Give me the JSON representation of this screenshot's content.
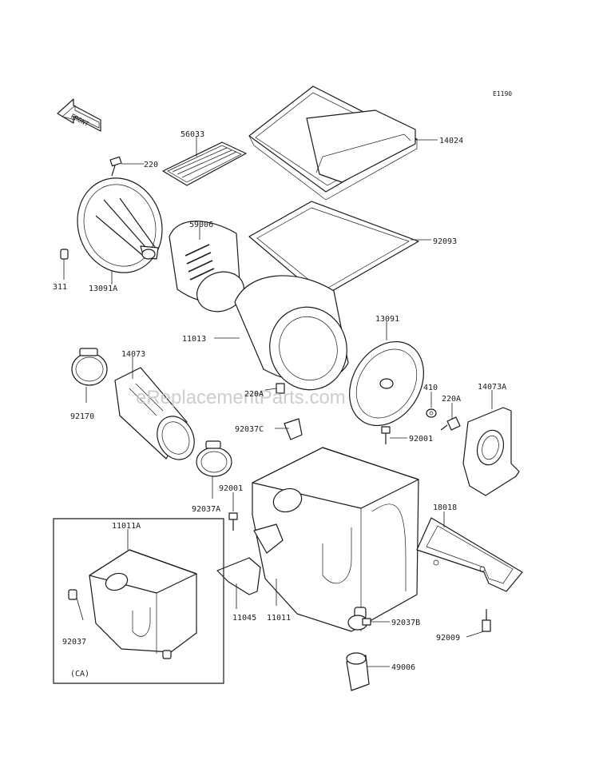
{
  "diagram_code": "E1190",
  "front_label": "FRONT",
  "watermark": "eReplacementParts.com",
  "variant_label": "(CA)",
  "parts": {
    "p14024": "14024",
    "p56033": "56033",
    "p220": "220",
    "p59006": "59006",
    "p92093": "92093",
    "p311": "311",
    "p13091A": "13091A",
    "p11013": "11013",
    "p13091": "13091",
    "p14073": "14073",
    "p410": "410",
    "p220A_screw": "220A",
    "p14073A": "14073A",
    "p220A_center": "220A",
    "p92170": "92170",
    "p92037C": "92037C",
    "p92001_right": "92001",
    "p92001_left": "92001",
    "p92037A": "92037A",
    "p18018": "18018",
    "p11011A": "11011A",
    "p11045": "11045",
    "p11011": "11011",
    "p92009": "92009",
    "p92037_ca": "92037",
    "p92037B": "92037B",
    "p49006": "49006"
  }
}
